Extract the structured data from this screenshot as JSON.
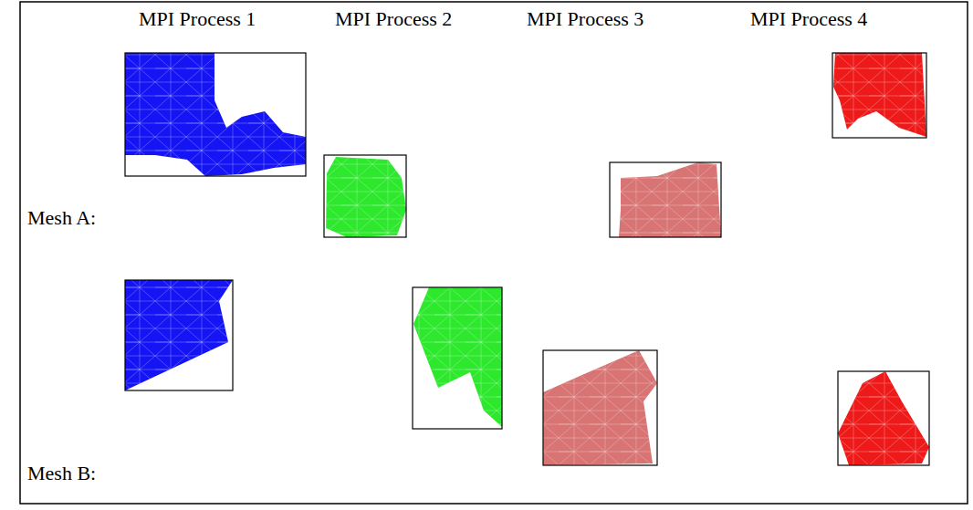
{
  "diagram": {
    "labels": [
      "MPI Process 1",
      "MPI Process 2",
      "MPI Process 3",
      "MPI Process 4",
      "Mesh A:",
      "Mesh B:"
    ]
  }
}
